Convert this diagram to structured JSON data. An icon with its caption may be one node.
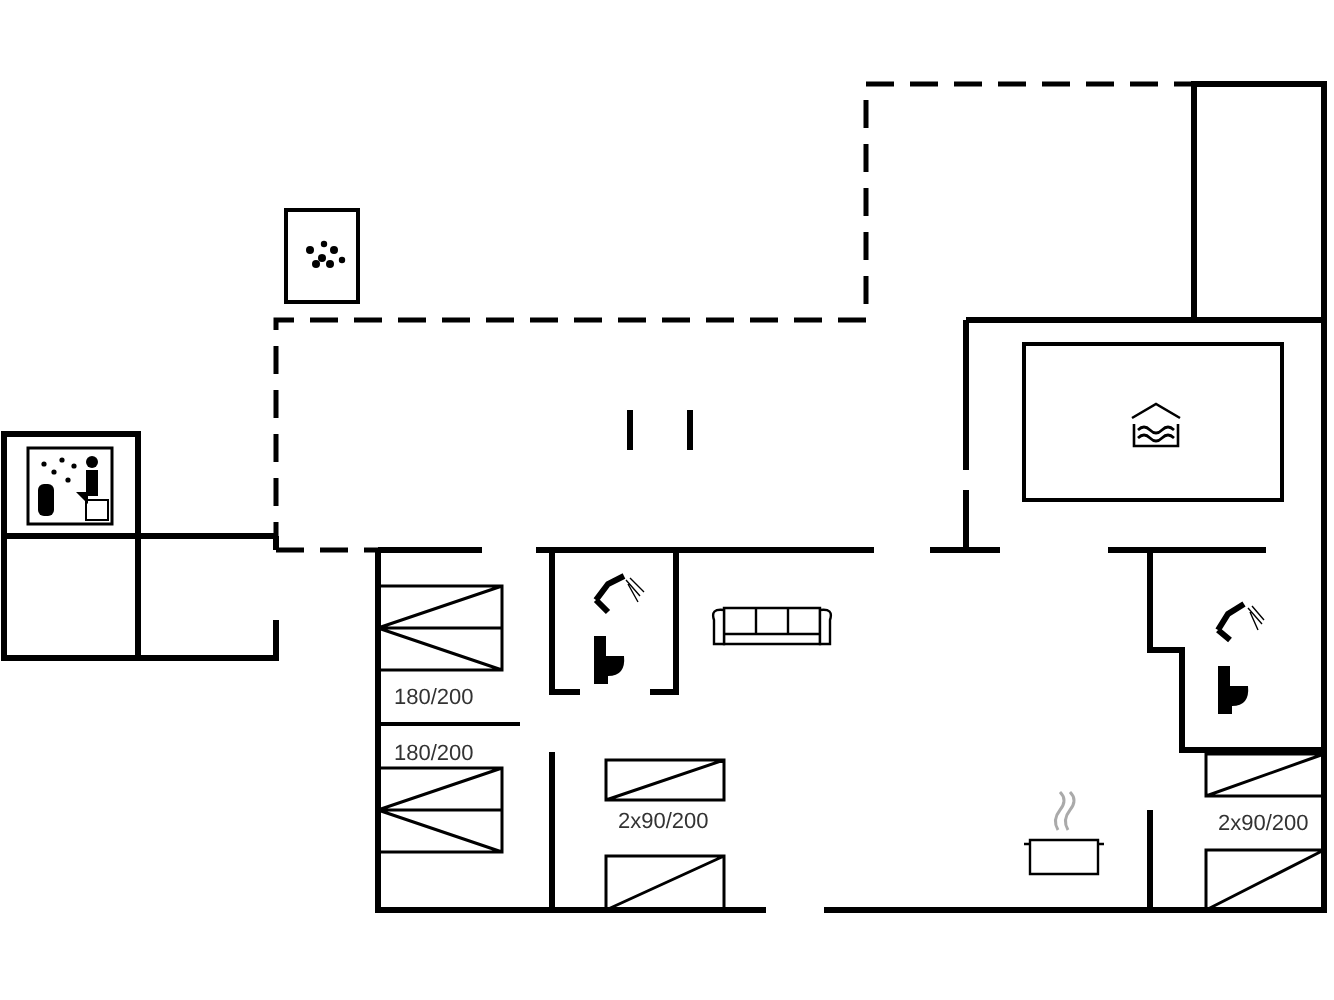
{
  "diagram": {
    "labels": [
      "180/200",
      "180/200",
      "2x90/200",
      "2x90/200"
    ]
  }
}
